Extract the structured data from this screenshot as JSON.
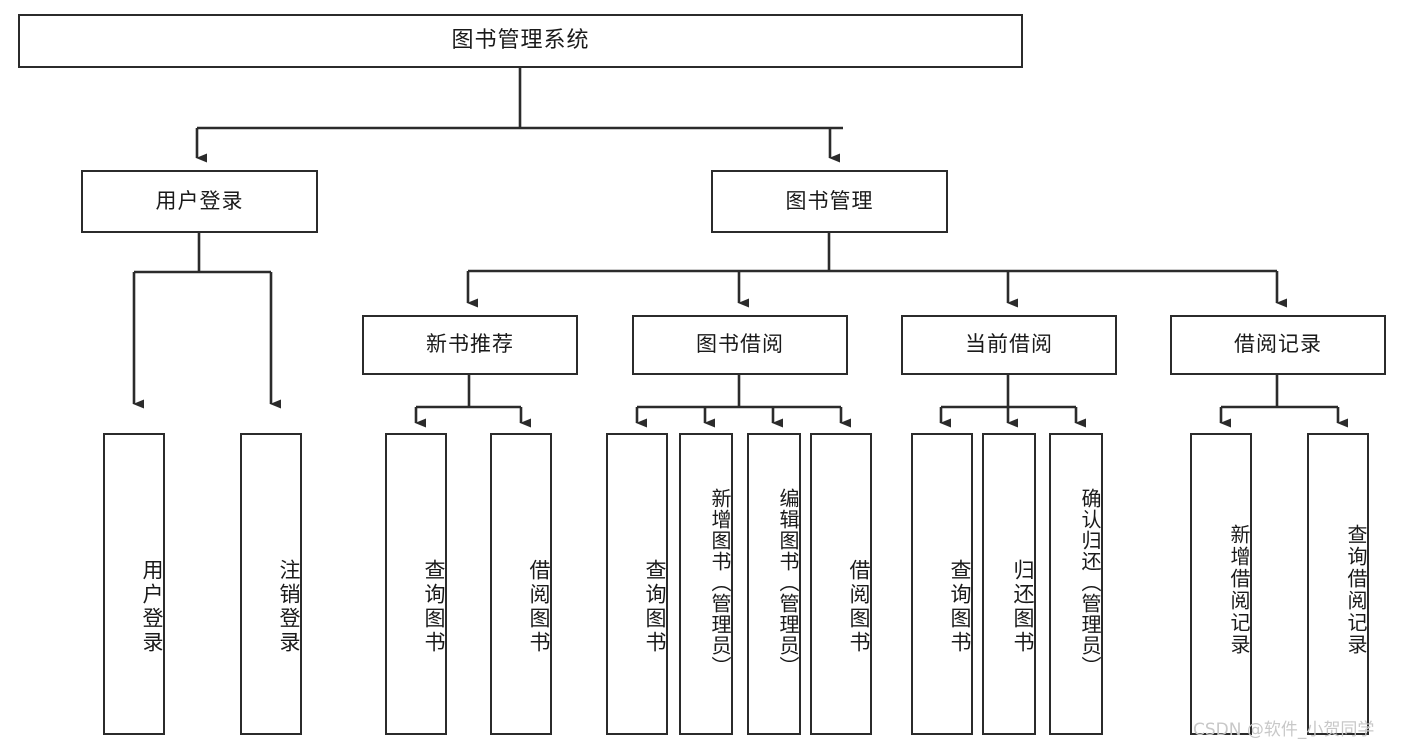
{
  "diagram": {
    "type": "hierarchy-tree",
    "title": "图书管理系统",
    "watermark": "CSDN @软件_小贺同学",
    "colors": {
      "box_border": "#2b2b2b",
      "box_fill": "#ffffff",
      "connector": "#2b2b2b",
      "text": "#1a1a1a",
      "watermark": "#c8c8c8",
      "background": "#ffffff"
    },
    "levels": {
      "level1": [
        {
          "id": "root",
          "label": "图书管理系统",
          "orientation": "horizontal"
        }
      ],
      "level2": [
        {
          "id": "user-login",
          "label": "用户登录",
          "orientation": "horizontal"
        },
        {
          "id": "book-manage",
          "label": "图书管理",
          "orientation": "horizontal"
        }
      ],
      "level3": [
        {
          "id": "new-book-rec",
          "label": "新书推荐",
          "orientation": "horizontal",
          "parent": "book-manage"
        },
        {
          "id": "book-borrow",
          "label": "图书借阅",
          "orientation": "horizontal",
          "parent": "book-manage"
        },
        {
          "id": "current-borrow",
          "label": "当前借阅",
          "orientation": "horizontal",
          "parent": "book-manage"
        },
        {
          "id": "borrow-record",
          "label": "借阅记录",
          "orientation": "horizontal",
          "parent": "book-manage"
        }
      ],
      "level4": [
        {
          "id": "leaf-user-login",
          "label": "用户登录",
          "orientation": "vertical",
          "parent": "user-login"
        },
        {
          "id": "leaf-user-logout",
          "label": "注销登录",
          "orientation": "vertical",
          "parent": "user-login"
        },
        {
          "id": "leaf-query-book-1",
          "label": "查询图书",
          "orientation": "vertical",
          "parent": "new-book-rec"
        },
        {
          "id": "leaf-borrow-book-1",
          "label": "借阅图书",
          "orientation": "vertical",
          "parent": "new-book-rec"
        },
        {
          "id": "leaf-query-book-2",
          "label": "查询图书",
          "orientation": "vertical",
          "parent": "book-borrow"
        },
        {
          "id": "leaf-add-book",
          "label": "新增图书（管理员）",
          "orientation": "vertical",
          "parent": "book-borrow"
        },
        {
          "id": "leaf-edit-book",
          "label": "编辑图书（管理员）",
          "orientation": "vertical",
          "parent": "book-borrow"
        },
        {
          "id": "leaf-borrow-book-2",
          "label": "借阅图书",
          "orientation": "vertical",
          "parent": "book-borrow"
        },
        {
          "id": "leaf-query-book-3",
          "label": "查询图书",
          "orientation": "vertical",
          "parent": "current-borrow"
        },
        {
          "id": "leaf-return-book",
          "label": "归还图书",
          "orientation": "vertical",
          "parent": "current-borrow"
        },
        {
          "id": "leaf-confirm-return",
          "label": "确认归还（管理员）",
          "orientation": "vertical",
          "parent": "current-borrow"
        },
        {
          "id": "leaf-add-record",
          "label": "新增借阅记录",
          "orientation": "vertical",
          "parent": "borrow-record"
        },
        {
          "id": "leaf-query-record",
          "label": "查询借阅记录",
          "orientation": "vertical",
          "parent": "borrow-record"
        }
      ]
    }
  }
}
